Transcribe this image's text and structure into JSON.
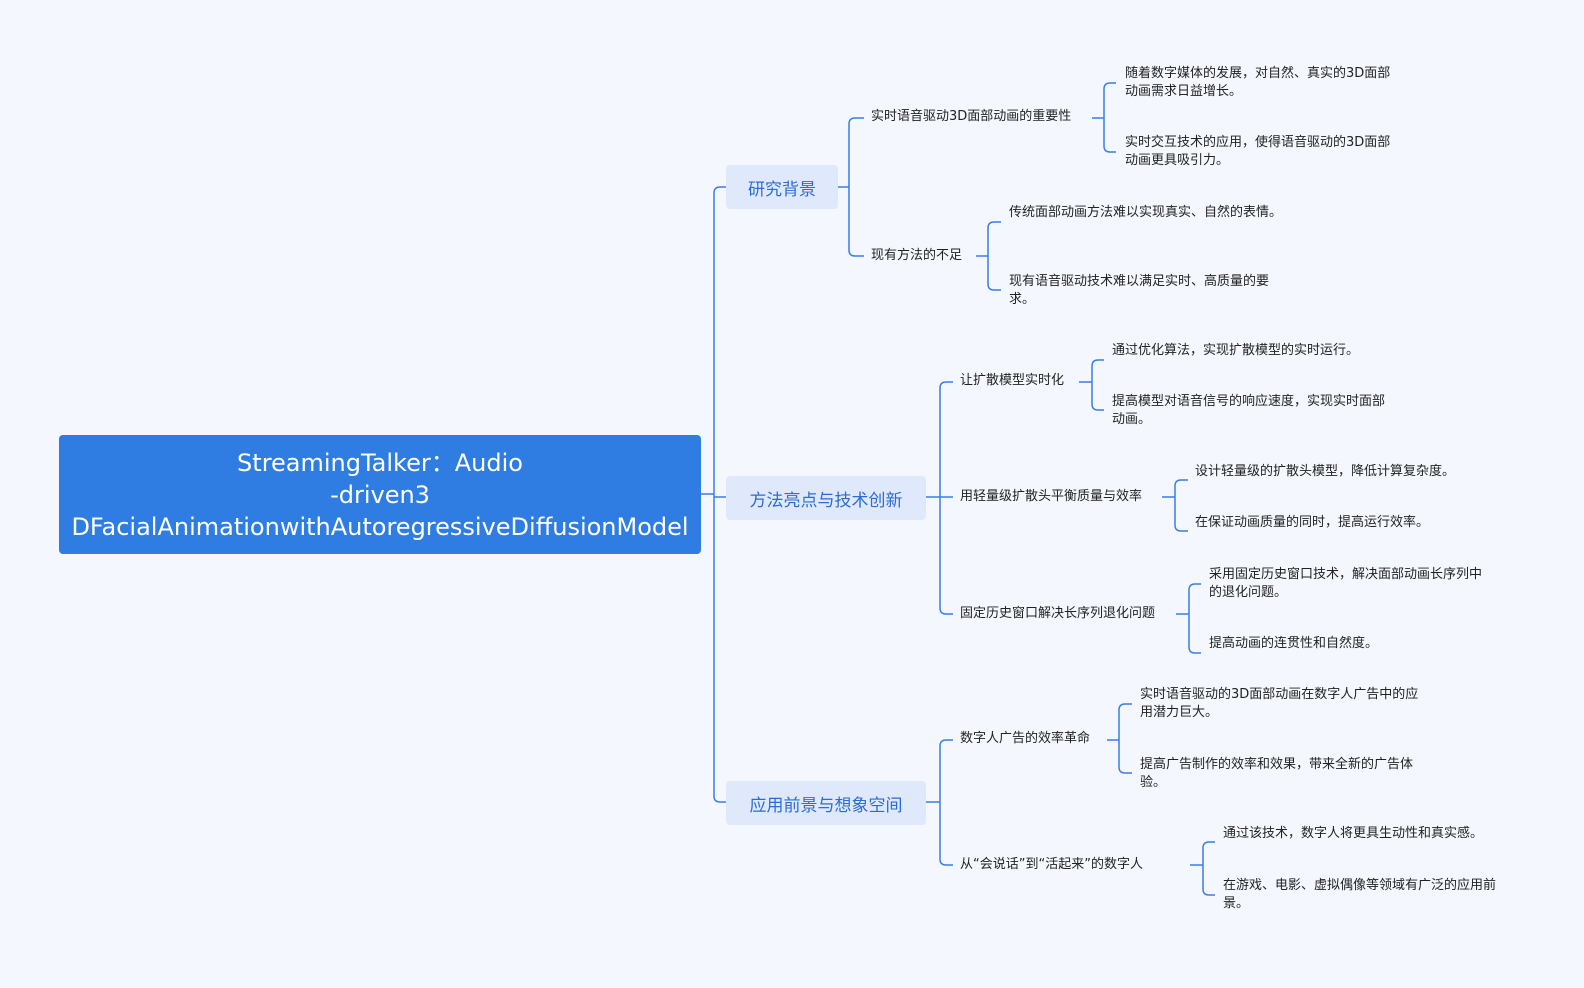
{
  "root": {
    "title": "StreamingTalker：Audio\n-driven3\nDFacialAnimationwithAutoregressiveDiffusionModel"
  },
  "branches": [
    {
      "label": "研究背景",
      "children": [
        {
          "label": "实时语音驱动3D面部动画的重要性",
          "leaves": [
            "随着数字媒体的发展，对自然、真实的3D面部动画需求日益增长。",
            "实时交互技术的应用，使得语音驱动的3D面部动画更具吸引力。"
          ]
        },
        {
          "label": "现有方法的不足",
          "leaves": [
            "传统面部动画方法难以实现真实、自然的表情。",
            "现有语音驱动技术难以满足实时、高质量的要求。"
          ]
        }
      ]
    },
    {
      "label": "方法亮点与技术创新",
      "children": [
        {
          "label": "让扩散模型实时化",
          "leaves": [
            "通过优化算法，实现扩散模型的实时运行。",
            "提高模型对语音信号的响应速度，实现实时面部动画。"
          ]
        },
        {
          "label": "用轻量级扩散头平衡质量与效率",
          "leaves": [
            "设计轻量级的扩散头模型，降低计算复杂度。",
            "在保证动画质量的同时，提高运行效率。"
          ]
        },
        {
          "label": "固定历史窗口解决长序列退化问题",
          "leaves": [
            "采用固定历史窗口技术，解决面部动画长序列中的退化问题。",
            "提高动画的连贯性和自然度。"
          ]
        }
      ]
    },
    {
      "label": "应用前景与想象空间",
      "children": [
        {
          "label": "数字人广告的效率革命",
          "leaves": [
            "实时语音驱动的3D面部动画在数字人广告中的应用潜力巨大。",
            "提高广告制作的效率和效果，带来全新的广告体验。"
          ]
        },
        {
          "label": "从“会说话”到“活起来”的数字人",
          "leaves": [
            "通过该技术，数字人将更具生动性和真实感。",
            "在游戏、电影、虚拟偶像等领域有广泛的应用前景。"
          ]
        }
      ]
    }
  ],
  "colors": {
    "line": "#3a7fe4",
    "root_bg": "#2f7de3",
    "branch_bg": "#dfe9fb",
    "branch_text": "#2b6cd6",
    "background": "#f4f7fd"
  }
}
